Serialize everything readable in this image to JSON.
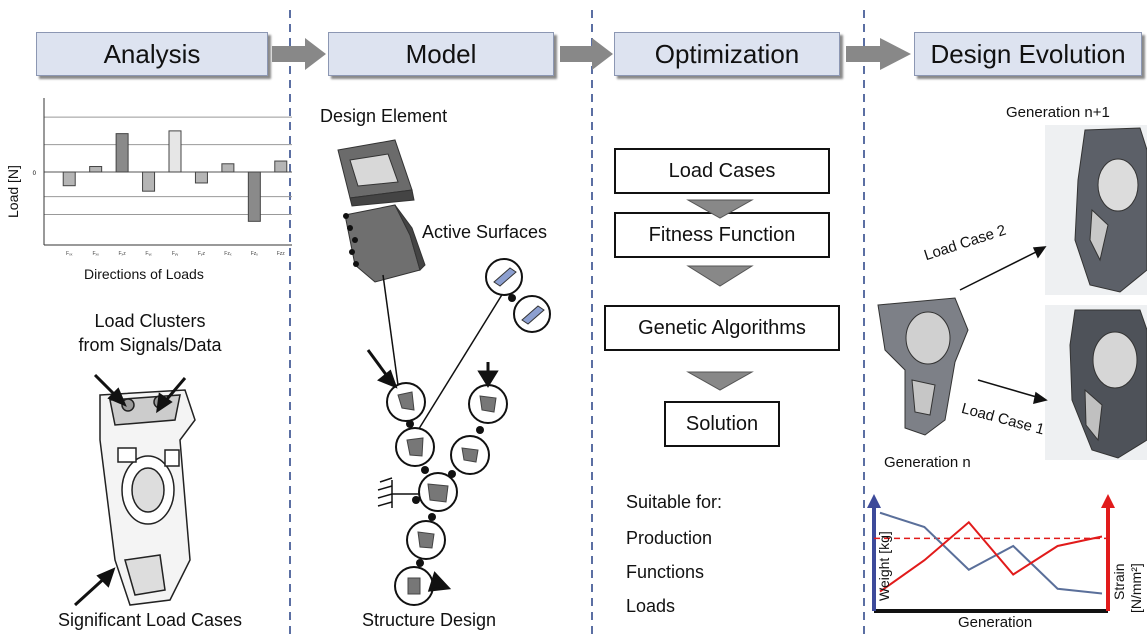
{
  "headers": {
    "analysis": "Analysis",
    "model": "Model",
    "optimization": "Optimization",
    "evolution": "Design Evolution"
  },
  "analysis": {
    "chart_data": {
      "type": "bar",
      "ylabel": "Load [N]",
      "xlabel": "Directions of Loads",
      "zero_label": "0",
      "categories": [
        "Fₓₓ",
        "Fₓᵧ",
        "Fₓz",
        "Fᵧₓ",
        "Fᵧᵧ",
        "Fᵧz",
        "Fzₓ",
        "Fzᵧ",
        "Fzz"
      ],
      "values": [
        -0.5,
        0.2,
        1.4,
        -0.7,
        1.5,
        -0.4,
        0.3,
        -1.8,
        0.4
      ],
      "ylim": [
        -2.2,
        2.7
      ],
      "grid": true
    },
    "clusters_label_1": "Load Clusters",
    "clusters_label_2": "from Signals/Data",
    "significant_label": "Significant Load Cases"
  },
  "model": {
    "design_element_label": "Design Element",
    "active_surfaces_label": "Active Surfaces",
    "structure_design_label": "Structure Design"
  },
  "optimization": {
    "steps": [
      "Load Cases",
      "Fitness Function",
      "Genetic Algorithms",
      "Solution"
    ],
    "suitable_title": "Suitable for:",
    "suitable_items": [
      "Production",
      "Functions",
      "Loads"
    ]
  },
  "evolution": {
    "gen_next_label": "Generation n+1",
    "gen_label": "Generation n",
    "load_case_2": "Load Case 2",
    "load_case_1": "Load Case 1",
    "chart_data": {
      "type": "line",
      "xlabel": "Generation",
      "ylabel_left": "Weight [kg]",
      "ylabel_right_1": "Strain",
      "ylabel_right_2": "[N/mm²]",
      "series": [
        {
          "values": [
            0.95,
            0.8,
            0.35,
            0.6,
            0.15,
            0.1
          ],
          "color": "#5a6f9a"
        },
        {
          "values": [
            0.12,
            0.45,
            0.85,
            0.3,
            0.6,
            0.7
          ],
          "color": "#e11b1b"
        }
      ],
      "threshold": 0.68
    }
  },
  "colors": {
    "header_fill": "#dde3f0",
    "arrow_gray": "#888888",
    "divider": "#5b6fa3",
    "part_gray": "#555555"
  }
}
